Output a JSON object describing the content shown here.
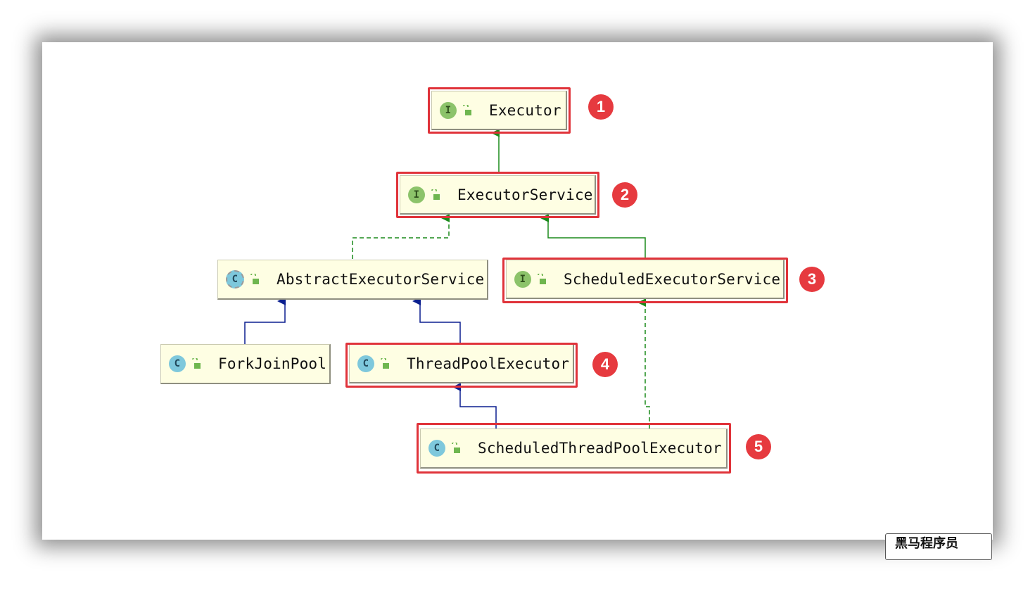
{
  "diagram": {
    "nodes": [
      {
        "id": "executor",
        "label": "Executor",
        "kind": "I"
      },
      {
        "id": "executor_service",
        "label": "ExecutorService",
        "kind": "I"
      },
      {
        "id": "abstract_executor_service",
        "label": "AbstractExecutorService",
        "kind": "C"
      },
      {
        "id": "scheduled_executor_service",
        "label": "ScheduledExecutorService",
        "kind": "I"
      },
      {
        "id": "fork_join_pool",
        "label": "ForkJoinPool",
        "kind": "C"
      },
      {
        "id": "thread_pool_executor",
        "label": "ThreadPoolExecutor",
        "kind": "C"
      },
      {
        "id": "scheduled_thread_pool_executor",
        "label": "ScheduledThreadPoolExecutor",
        "kind": "C"
      }
    ],
    "edges": [
      {
        "from": "executor_service",
        "to": "executor",
        "type": "extends-interface"
      },
      {
        "from": "abstract_executor_service",
        "to": "executor_service",
        "type": "implements"
      },
      {
        "from": "scheduled_executor_service",
        "to": "executor_service",
        "type": "extends-interface"
      },
      {
        "from": "fork_join_pool",
        "to": "abstract_executor_service",
        "type": "extends"
      },
      {
        "from": "thread_pool_executor",
        "to": "abstract_executor_service",
        "type": "extends"
      },
      {
        "from": "scheduled_thread_pool_executor",
        "to": "thread_pool_executor",
        "type": "extends"
      },
      {
        "from": "scheduled_thread_pool_executor",
        "to": "scheduled_executor_service",
        "type": "implements"
      }
    ],
    "badges": [
      "1",
      "2",
      "3",
      "4",
      "5"
    ],
    "colors": {
      "node_fill": "#fefee3",
      "highlight": "#e0333a",
      "badge": "#e63a3f",
      "interface_edge": "#1a8a1a",
      "class_edge": "#0b1f8f",
      "interface_icon": "#8cc36a",
      "class_icon": "#7ec8dc"
    }
  },
  "watermark": "黑马程序员"
}
